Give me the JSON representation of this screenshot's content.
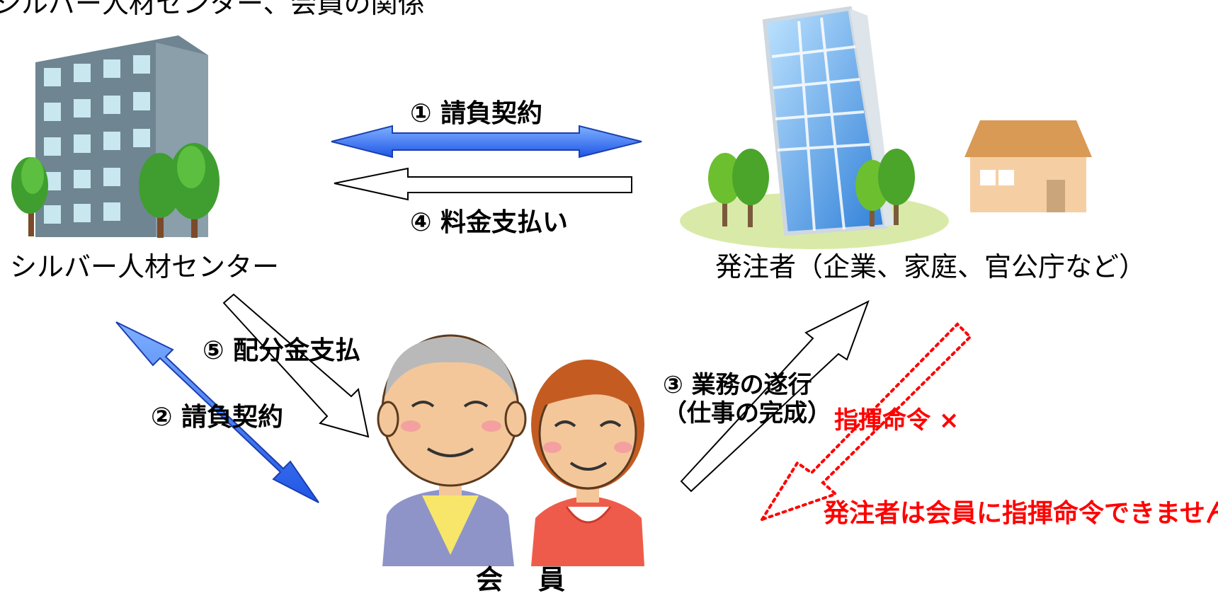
{
  "title": "シルバー人材センター、会員の関係",
  "nodes": {
    "center": "シルバー人材センター",
    "client": "発注者（企業、家庭、官公庁など）",
    "member": "会　員"
  },
  "arrows": {
    "a1": "① 請負契約",
    "a4": "④ 料金支払い",
    "a5": "⑤ 配分金支払",
    "a2": "② 請負契約",
    "a3_line1": "③ 業務の遂行",
    "a3_line2": "（仕事の完成）"
  },
  "prohibition": {
    "label": "指揮命令 ×",
    "note": "発注者は会員に指揮命令できません"
  },
  "colors": {
    "contract_arrow": "#3366ff",
    "prohibition": "#ff0000"
  },
  "icons": [
    "center-building-icon",
    "client-building-icon",
    "house-icon",
    "elderly-man-icon",
    "elderly-woman-icon"
  ]
}
